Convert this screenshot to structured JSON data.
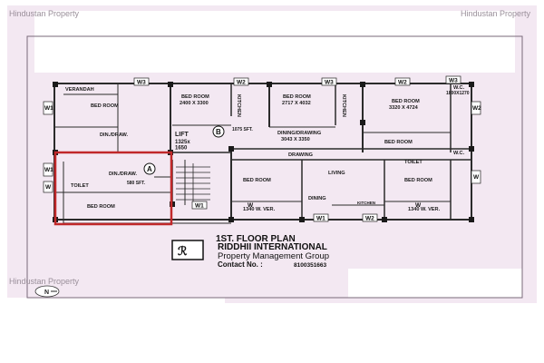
{
  "watermarks": {
    "top_left": "Hindustan Property",
    "top_right": "Hindustan Property",
    "bottom_left": "Hindustan Property"
  },
  "plan": {
    "title": "1ST.  FLOOR PLAN",
    "company_name": "RIDDHII INTERNATIONAL",
    "company_sub": "Property Management Group",
    "contact_label": "Contact No. :",
    "contact_number": "8100351663",
    "north_label": "N"
  },
  "window_labels": [
    "W3",
    "W2",
    "W3",
    "W2",
    "W1",
    "W1",
    "W1",
    "W3",
    "W2",
    "W1",
    "W2",
    "W",
    "W",
    "W",
    "W"
  ],
  "flat_markers": [
    "A",
    "B"
  ],
  "rooms": {
    "verandah": "VERANDAH",
    "bed_room_1": "BED ROOM",
    "bed_room_2": "BED ROOM",
    "bed_room_2_dim": "2400 X 3300",
    "kitchen_1": "KITCHEN",
    "bed_room_3": "BED ROOM",
    "bed_room_3_dim": "2717 X 4032",
    "kitchen_2": "KITCHEN",
    "bed_room_4": "BED ROOM",
    "bed_room_4_dim": "3320 X 4724",
    "wc_top": "W.C.",
    "wc_top_dim": "1800X1270",
    "din_draw_1": "DIN./DRAW.",
    "lift": "LIFT",
    "lift_dim": "1325x\n1650",
    "area_b": "1075 SFT.",
    "dining_drawing": "DINING/DRAWING",
    "dining_drawing_dim": "3043 X 3350",
    "bed_room_5": "BED ROOM",
    "din_draw_2": "DIN./DRAW.",
    "area_a": "580 SFT.",
    "toilet_1": "TOILET",
    "bed_room_6": "BED ROOM",
    "drawing": "DRAWING",
    "living": "LIVING",
    "toilet_2": "TOILET",
    "bed_room_7": "BED ROOM",
    "bed_room_8": "BED ROOM",
    "dining": "DINING",
    "kitchen_3": "KITCHEN",
    "wc_mid": "W.C.",
    "verandah_1": "1340 W. VER.",
    "verandah_2": "1340 W. VER."
  }
}
